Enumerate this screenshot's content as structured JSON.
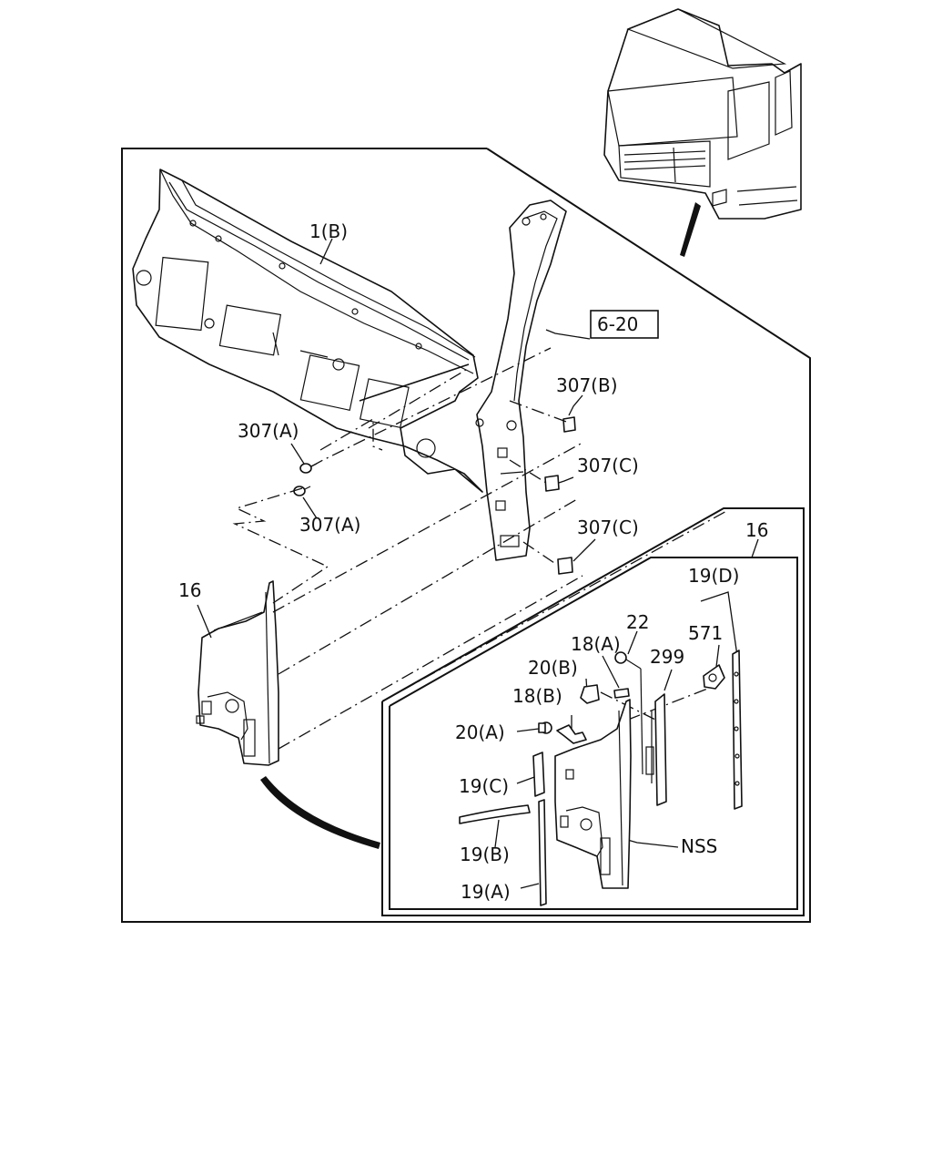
{
  "diagram": {
    "labels": {
      "dashboard_panel": "1(B)",
      "ref_box": "6-20",
      "clip_b": "307(B)",
      "clip_a_top": "307(A)",
      "clip_a_bottom": "307(A)",
      "clip_c_top": "307(C)",
      "clip_c_bottom": "307(C)",
      "cover_main": "16",
      "cover_detail": "16",
      "seal_d": "19(D)",
      "screw": "22",
      "clip_18a": "18(A)",
      "part_571": "571",
      "part_299": "299",
      "clip_20b": "20(B)",
      "clip_18b": "18(B)",
      "clip_20a": "20(A)",
      "seal_c": "19(C)",
      "seal_b": "19(B)",
      "seal_a": "19(A)",
      "side_note": "NSS"
    }
  }
}
